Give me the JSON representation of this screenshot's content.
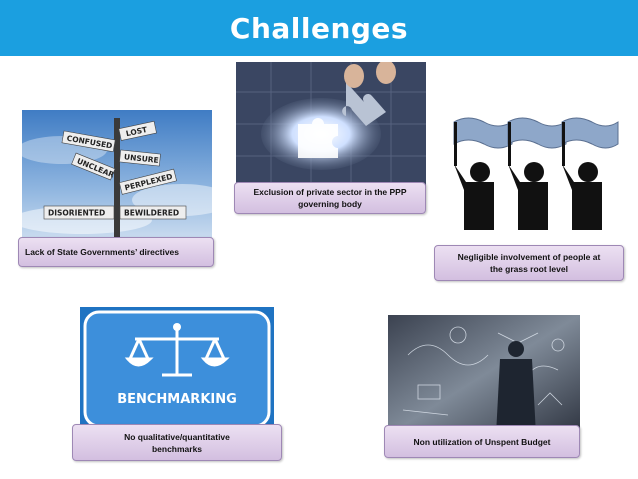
{
  "header": {
    "title": "Challenges"
  },
  "signpost": {
    "signs": [
      "LOST",
      "CONFUSED",
      "UNSURE",
      "UNCLEAR",
      "PERPLEXED",
      "DISORIENTED",
      "BEWILDERED"
    ]
  },
  "benchmark": {
    "label": "BENCHMARKING"
  },
  "captions": {
    "directives": "Lack of State Governments’ directives",
    "private_sector": "Exclusion of private sector in the PPP governing body",
    "people": "Negligible involvement of  people at the grass root level",
    "benchmarks": "No qualitative/quantitative benchmarks",
    "budget": "Non utilization of Unspent Budget"
  },
  "colors": {
    "header": "#1b9fe0",
    "caption_top": "#ece0f2",
    "caption_bottom": "#d3bfe0"
  }
}
